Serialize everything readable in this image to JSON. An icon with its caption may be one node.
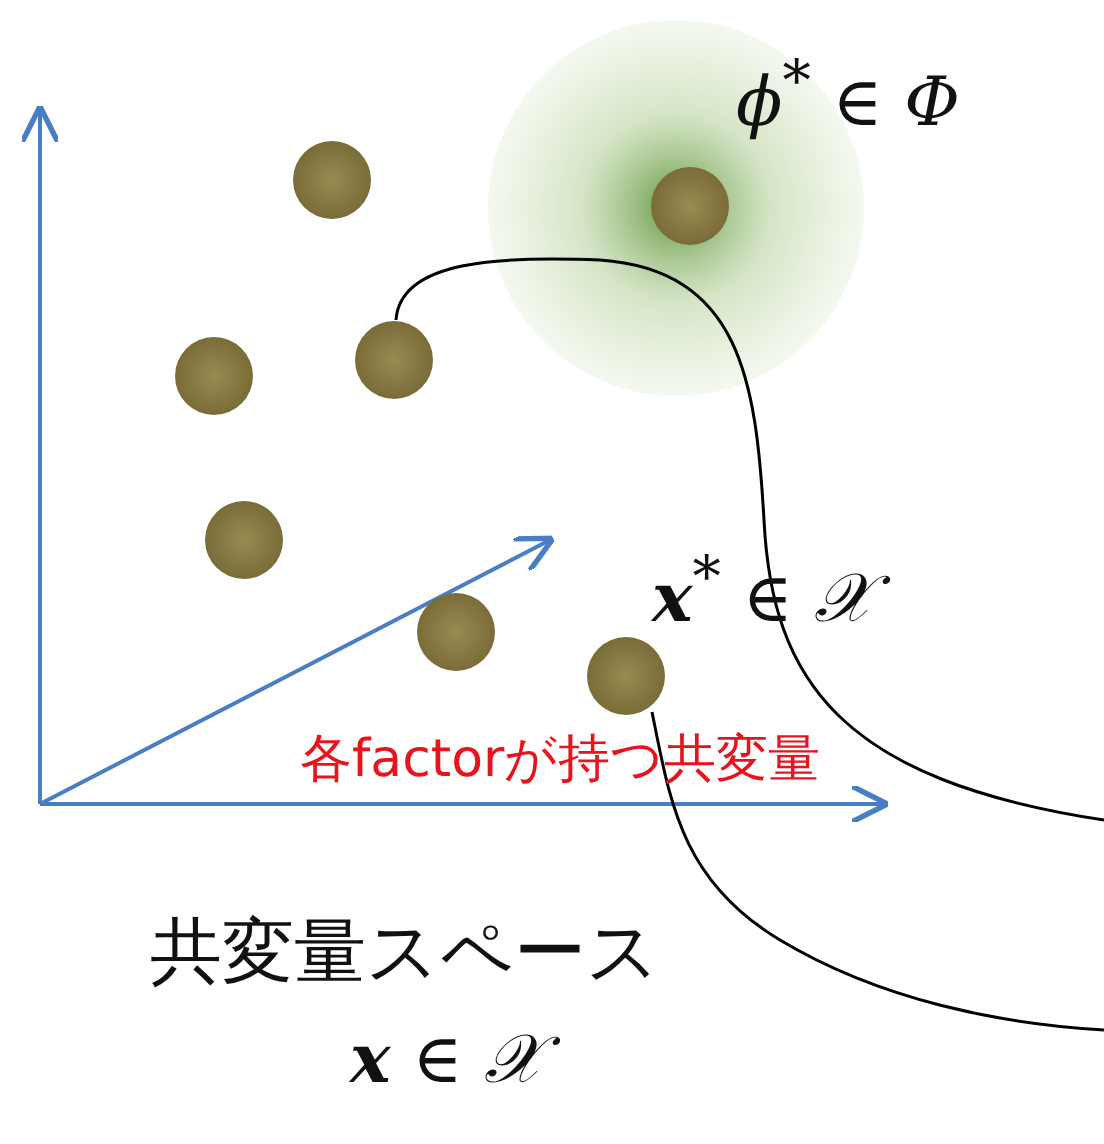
{
  "diagram": {
    "nodes": [
      {
        "text": [],
        "shape": "circle"
      },
      {
        "text": [],
        "shape": "circle"
      },
      {
        "text": [],
        "shape": "circle"
      },
      {
        "text": [],
        "shape": "circle"
      },
      {
        "text": [],
        "shape": "circle"
      },
      {
        "text": [],
        "shape": "circle"
      },
      {
        "text": [],
        "shape": "circle"
      }
    ],
    "edges": [
      {
        "from": 2,
        "to": null,
        "arrow": "none"
      },
      {
        "from": 6,
        "to": null,
        "arrow": "none"
      }
    ],
    "labels": [
      "ϕ$^{*}$ ∈ Φ",
      "**x**$^{*}$ ∈ 𝒳",
      "各factorが持つ共変量",
      "共変量スペース",
      "**x** ∈ 𝒳"
    ]
  }
}
